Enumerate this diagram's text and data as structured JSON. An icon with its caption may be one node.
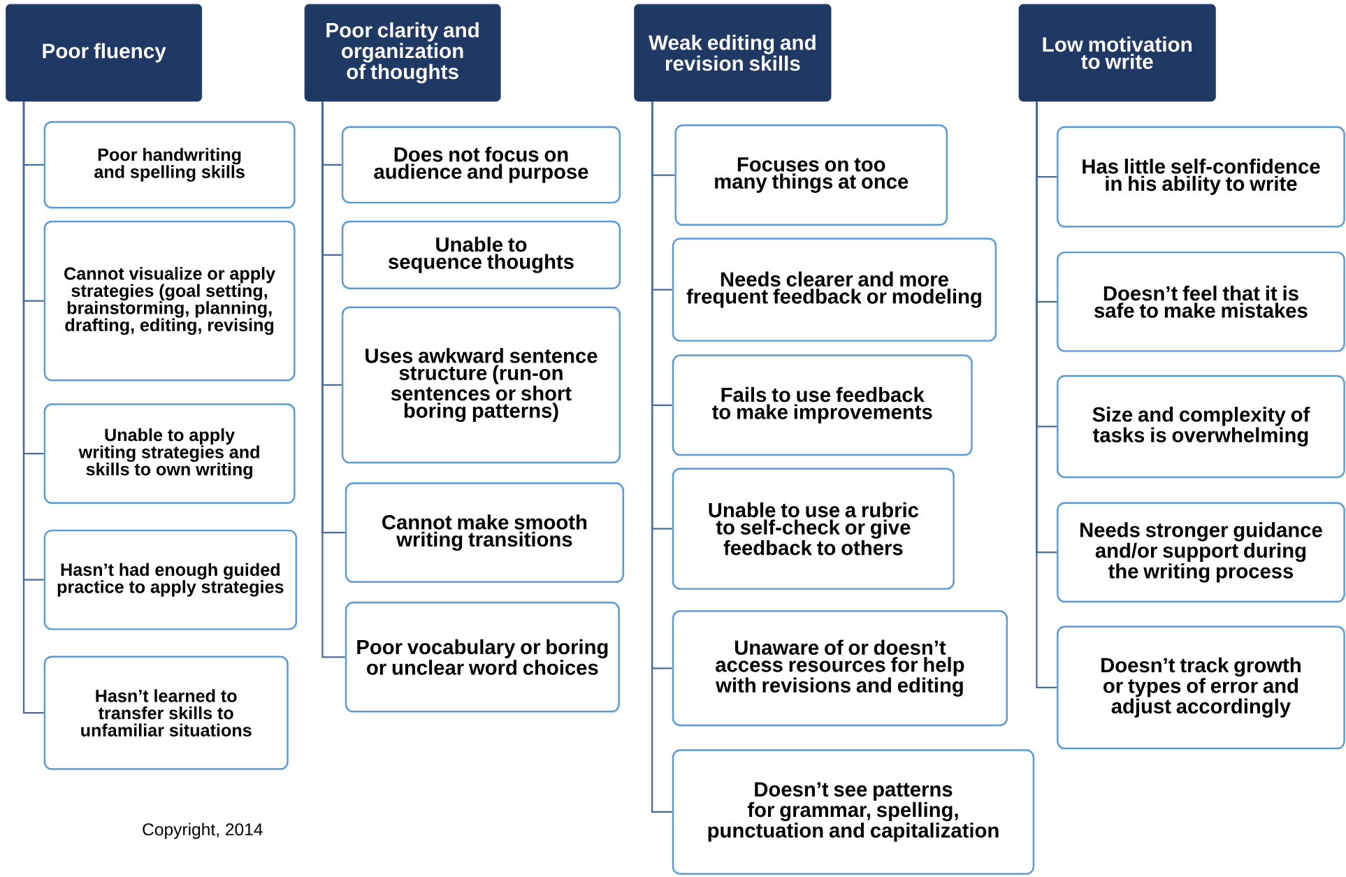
{
  "diagram": {
    "nodes": [
      {
        "text": [
          "Poor fluency"
        ]
      },
      {
        "text": [
          "Poor handwriting and spelling skills"
        ]
      },
      {
        "text": [
          "Cannot visualize or apply strategies (goal setting, brainstorming, planning, drafting, editing, revising"
        ]
      },
      {
        "text": [
          "Unable to apply writing strategies and skills to own writing"
        ]
      },
      {
        "text": [
          "Hasn’t had enough guided practice to apply strategies"
        ]
      },
      {
        "text": [
          "Hasn’t learned to transfer skills to unfamiliar situations"
        ]
      },
      {
        "text": [
          "Poor clarity and organization of thoughts"
        ]
      },
      {
        "text": [
          "Does not focus on audience and purpose"
        ]
      },
      {
        "text": [
          "Unable to sequence thoughts"
        ]
      },
      {
        "text": [
          "Uses awkward sentence structure (run-on sentences or short boring patterns)"
        ]
      },
      {
        "text": [
          "Cannot make smooth writing transitions"
        ]
      },
      {
        "text": [
          "Poor vocabulary or boring or unclear word choices"
        ]
      },
      {
        "text": [
          "Weak editing and revision skills"
        ]
      },
      {
        "text": [
          "Focuses on too many things at once"
        ]
      },
      {
        "text": [
          "Needs clearer and more frequent feedback or modeling"
        ]
      },
      {
        "text": [
          "Fails to use feedback to make improvements"
        ]
      },
      {
        "text": [
          "Unable to use a rubric to self-check or give feedback to others"
        ]
      },
      {
        "text": [
          "Unaware of or doesn’t access resources for help with revisions and editing"
        ]
      },
      {
        "text": [
          "Doesn’t see patterns for grammar, spelling, punctuation and capitalization"
        ]
      },
      {
        "text": [
          "Low motivation to write"
        ]
      },
      {
        "text": [
          "Has little self-confidence in his ability to write"
        ]
      },
      {
        "text": [
          "Doesn’t feel that it is safe to make mistakes"
        ]
      },
      {
        "text": [
          "Size and complexity of tasks is overwhelming"
        ]
      },
      {
        "text": [
          "Needs stronger guidance and/or support during the writing process"
        ]
      },
      {
        "text": [
          "Doesn’t track growth or types of error and adjust accordingly"
        ]
      }
    ],
    "edges": [
      {
        "from": 0,
        "to": 1,
        "arrow": "none"
      },
      {
        "from": 0,
        "to": 2,
        "arrow": "none"
      },
      {
        "from": 0,
        "to": 3,
        "arrow": "none"
      },
      {
        "from": 0,
        "to": 4,
        "arrow": "none"
      },
      {
        "from": 0,
        "to": 5,
        "arrow": "none"
      },
      {
        "from": 6,
        "to": 7,
        "arrow": "none"
      },
      {
        "from": 6,
        "to": 8,
        "arrow": "none"
      },
      {
        "from": 6,
        "to": 9,
        "arrow": "none"
      },
      {
        "from": 6,
        "to": 10,
        "arrow": "none"
      },
      {
        "from": 6,
        "to": 11,
        "arrow": "none"
      },
      {
        "from": 12,
        "to": 13,
        "arrow": "none"
      },
      {
        "from": 12,
        "to": 14,
        "arrow": "none"
      },
      {
        "from": 12,
        "to": 15,
        "arrow": "none"
      },
      {
        "from": 12,
        "to": 16,
        "arrow": "none"
      },
      {
        "from": 12,
        "to": 17,
        "arrow": "none"
      },
      {
        "from": 12,
        "to": 18,
        "arrow": "none"
      },
      {
        "from": 19,
        "to": 20,
        "arrow": "none"
      },
      {
        "from": 19,
        "to": 21,
        "arrow": "none"
      },
      {
        "from": 19,
        "to": 22,
        "arrow": "none"
      },
      {
        "from": 19,
        "to": 23,
        "arrow": "none"
      },
      {
        "from": 19,
        "to": 24,
        "arrow": "none"
      }
    ],
    "labels": [
      "Copyright, 2014"
    ]
  }
}
